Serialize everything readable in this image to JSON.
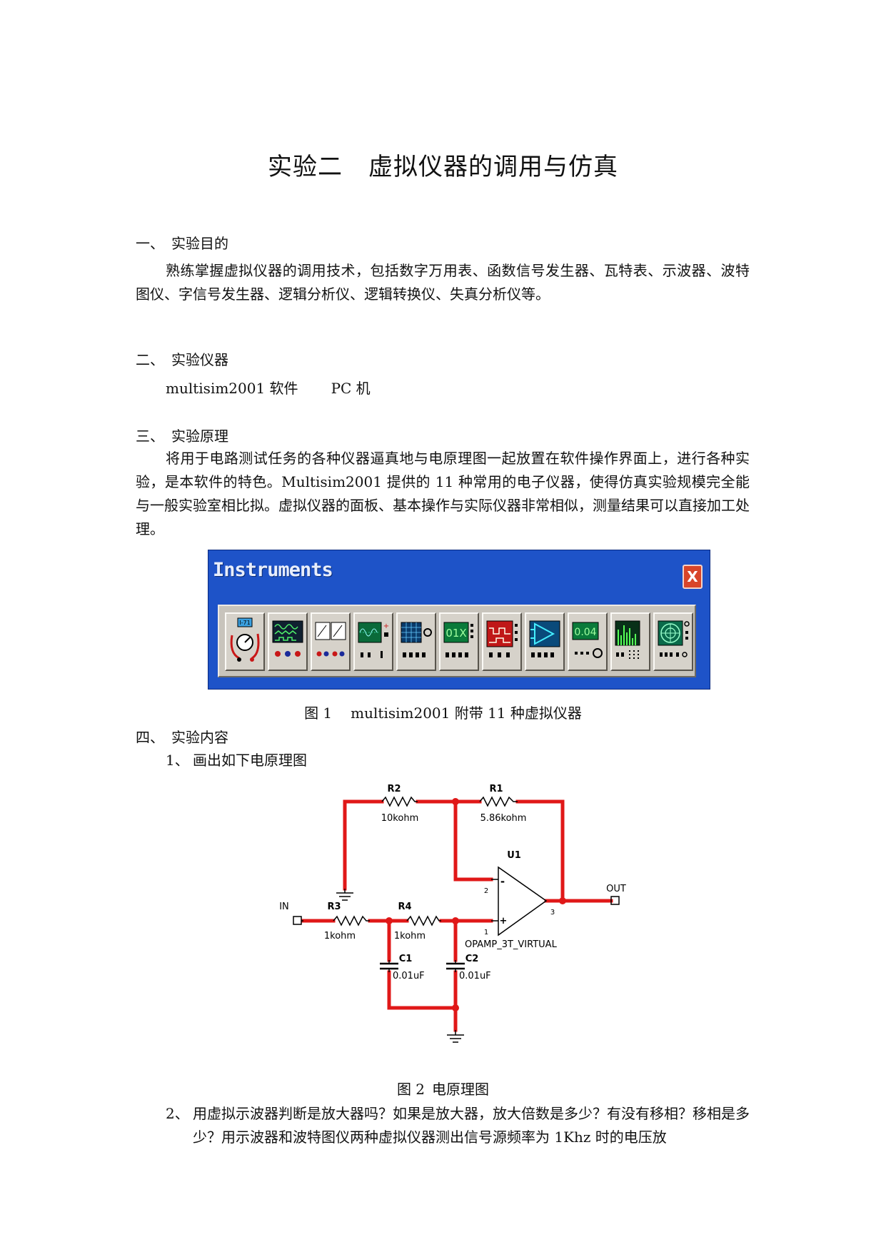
{
  "title": {
    "part1": "实验二",
    "part2": "虚拟仪器的调用与仿真"
  },
  "sections": [
    {
      "num": "一、",
      "heading": "实验目的",
      "body": "熟练掌握虚拟仪器的调用技术，包括数字万用表、函数信号发生器、瓦特表、示波器、波特图仪、字信号发生器、逻辑分析仪、逻辑转换仪、失真分析仪等。"
    },
    {
      "num": "二、",
      "heading": "实验仪器",
      "item1": "multisim2001 软件",
      "item2": "PC 机"
    },
    {
      "num": "三、",
      "heading": "实验原理",
      "body": "将用于电路测试任务的各种仪器逼真地与电原理图一起放置在软件操作界面上，进行各种实验，是本软件的特色。Multisim2001 提供的 11 种常用的电子仪器，使得仿真实验规模完全能与一般实验室相比拟。虚拟仪器的面板、基本操作与实际仪器非常相似，测量结果可以直接加工处理。"
    },
    {
      "num": "四、",
      "heading": "实验内容"
    }
  ],
  "instruments_window": {
    "title": "Instruments",
    "close_symbol": "X",
    "lcd_labels": [
      "I-71",
      "01X",
      "0.04"
    ],
    "icons": [
      "multimeter-icon",
      "function-generator-icon",
      "wattmeter-icon",
      "oscilloscope-icon",
      "bode-plotter-icon",
      "word-generator-icon",
      "logic-analyzer-icon",
      "logic-converter-icon",
      "distortion-analyzer-icon",
      "spectrum-analyzer-icon",
      "network-analyzer-icon"
    ]
  },
  "figure1_caption": {
    "label": "图 1",
    "text": "multisim2001 附带 11 种虚拟仪器"
  },
  "content_items": [
    {
      "num": "1、",
      "text": "画出如下电原理图"
    },
    {
      "num": "2、",
      "text": "用虚拟示波器判断是放大器吗？如果是放大器，放大倍数是多少？有没有移相？移相是多少？用示波器和波特图仪两种虚拟仪器测出信号源频率为 1Khz 时的电压放"
    }
  ],
  "schematic": {
    "R2": {
      "name": "R2",
      "value": "10kohm"
    },
    "R1": {
      "name": "R1",
      "value": "5.86kohm"
    },
    "R3": {
      "name": "R3",
      "value": "1kohm"
    },
    "R4": {
      "name": "R4",
      "value": "1kohm"
    },
    "C1": {
      "name": "C1",
      "value": "0.01uF"
    },
    "C2": {
      "name": "C2",
      "value": "0.01uF"
    },
    "U1": {
      "name": "U1",
      "model": "OPAMP_3T_VIRTUAL",
      "pin_minus": "-",
      "pin_plus": "+",
      "pin2": "2",
      "pin1": "1",
      "pin3": "3"
    },
    "in_label": "IN",
    "out_label": "OUT",
    "wire_color": "#e01818"
  },
  "figure2_caption": {
    "label": "图 2",
    "text": "电原理图"
  }
}
